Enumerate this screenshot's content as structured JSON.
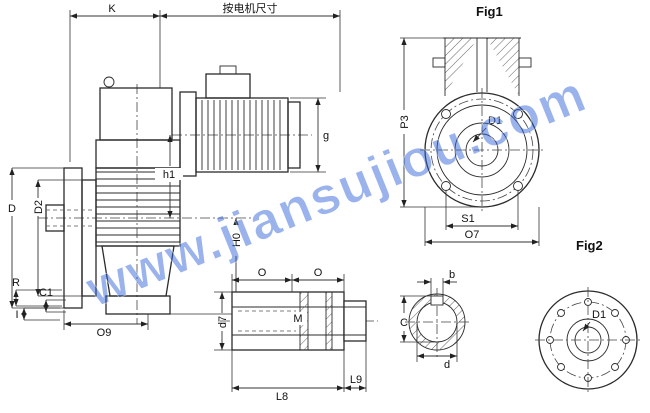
{
  "watermark": {
    "text": "www.jiansujiou.com",
    "color": "#2f62d8"
  },
  "figure_labels": {
    "fig1": "Fig1",
    "fig2": "Fig2"
  },
  "dimensions": {
    "top": {
      "k": "K",
      "motor_size": "按电机尺寸"
    },
    "side_view": {
      "d": "D",
      "d2": "D2",
      "r": "R",
      "c1": "C1",
      "i": "I",
      "o9": "O9",
      "h1": "h1",
      "h0": "H0",
      "g": "g"
    },
    "fig1": {
      "p3": "P3",
      "d1": "D1",
      "s1": "S1",
      "o7": "O7"
    },
    "fig2": {
      "d1": "D1"
    },
    "shaft": {
      "o_left": "O",
      "o_right": "O",
      "m": "M",
      "d7": "d7",
      "l8": "L8",
      "l9": "L9"
    },
    "keyway": {
      "b": "b",
      "c": "C",
      "d": "d"
    }
  }
}
